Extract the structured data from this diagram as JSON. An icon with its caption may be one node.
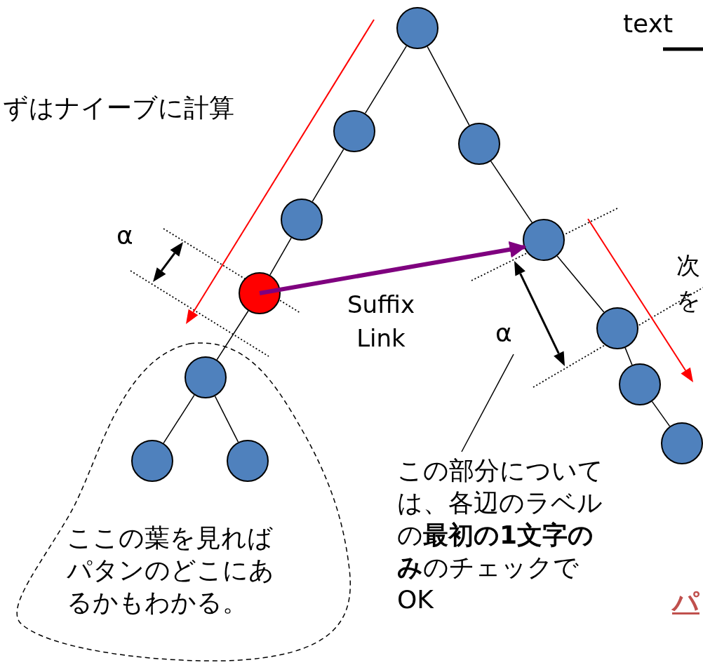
{
  "diagram": {
    "nodes": [
      {
        "text": [],
        "shape": "circle"
      },
      {
        "text": [],
        "shape": "circle"
      },
      {
        "text": [],
        "shape": "circle"
      },
      {
        "text": [],
        "shape": "circle"
      },
      {
        "text": [
          "ここの葉を見ればパタンのどこにあるかもわかる。"
        ]
      },
      {
        "text": [],
        "shape": "circle",
        "in": 4
      },
      {
        "text": [],
        "shape": "circle",
        "in": 4
      },
      {
        "text": [],
        "shape": "circle",
        "in": 4
      },
      {
        "text": [],
        "shape": "circle"
      },
      {
        "text": [],
        "shape": "circle"
      },
      {
        "text": [],
        "shape": "circle"
      },
      {
        "text": [],
        "shape": "circle"
      },
      {
        "text": [],
        "shape": "circle"
      },
      {
        "text": [
          "この部分については、各辺のラベルの**最初の1文字のみ**のチェックでOK"
        ]
      }
    ],
    "edges": [
      {
        "from": 0,
        "to": 1,
        "arrow": "none"
      },
      {
        "from": 1,
        "to": 2,
        "arrow": "none"
      },
      {
        "from": 2,
        "to": 3,
        "arrow": "none"
      },
      {
        "from": 3,
        "to": 5,
        "arrow": "none"
      },
      {
        "from": 5,
        "to": 6,
        "arrow": "none"
      },
      {
        "from": 5,
        "to": 7,
        "arrow": "none"
      },
      {
        "from": 0,
        "to": 8,
        "arrow": "none"
      },
      {
        "from": 8,
        "to": 9,
        "arrow": "none"
      },
      {
        "from": 9,
        "to": 10,
        "arrow": "none"
      },
      {
        "from": 10,
        "to": 11,
        "arrow": "none"
      },
      {
        "from": 11,
        "to": 12,
        "arrow": "none"
      },
      {
        "from": 3,
        "to": 9,
        "arrow": "to",
        "label": "Suffix Link",
        "style": "thick",
        "color": "#7f007f"
      },
      {
        "from": 13,
        "to": null,
        "arrow": "none"
      }
    ],
    "labels": [
      "text",
      "ずはナイーブに計算",
      "α",
      "α",
      "次",
      "を",
      "パ"
    ]
  }
}
